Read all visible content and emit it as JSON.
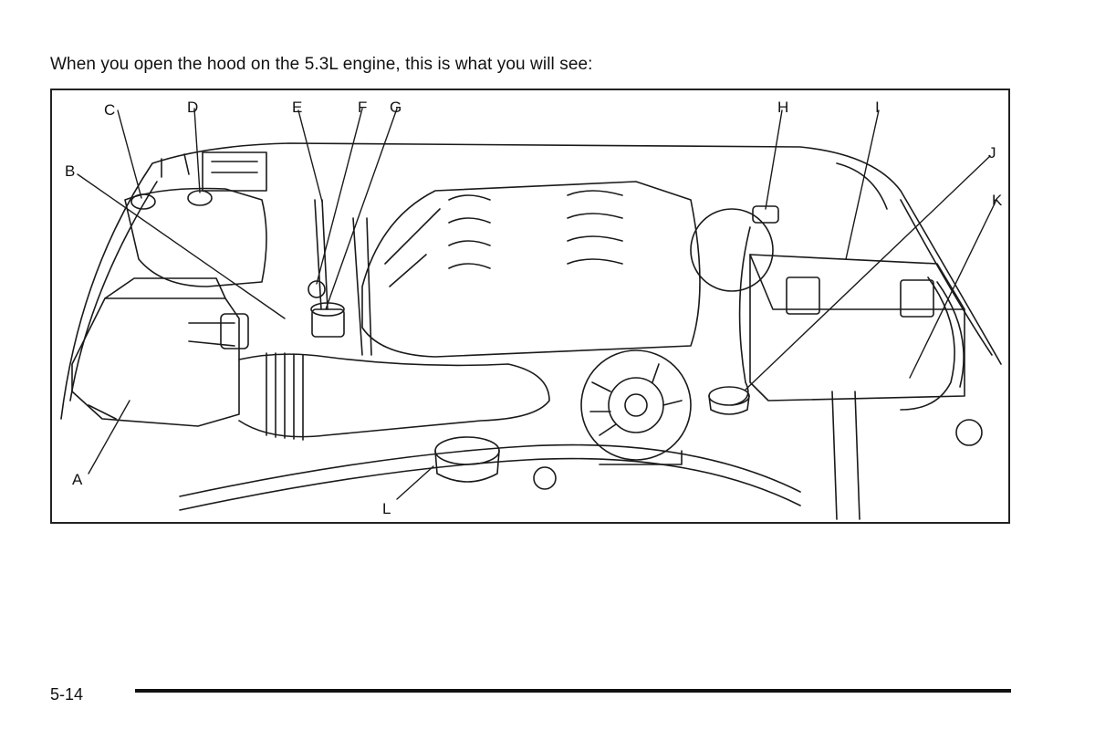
{
  "intro_text": "When you open the hood on the 5.3L engine, this is what you will see:",
  "callouts": {
    "A": "A",
    "B": "B",
    "C": "C",
    "D": "D",
    "E": "E",
    "F": "F",
    "G": "G",
    "H": "H",
    "I": "I",
    "J": "J",
    "K": "K",
    "L": "L"
  },
  "page_number": "5-14"
}
